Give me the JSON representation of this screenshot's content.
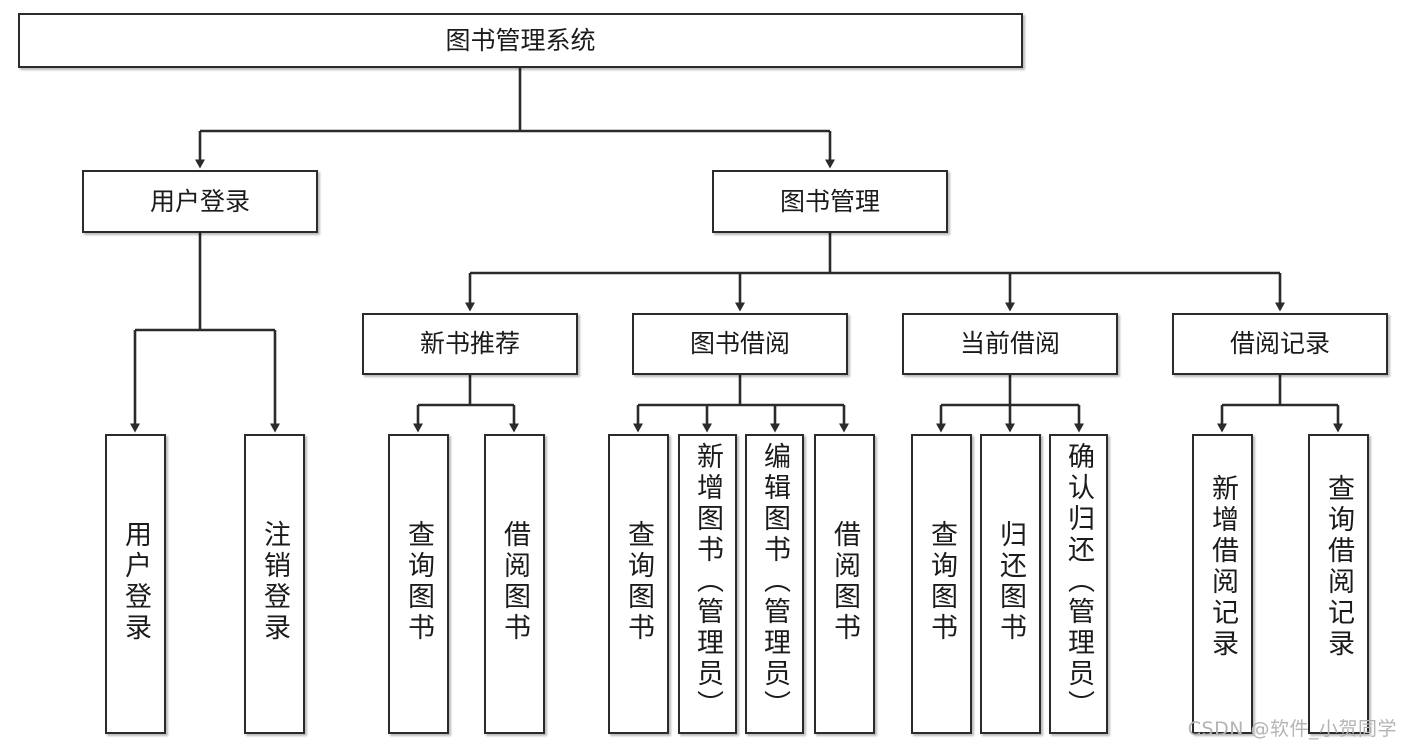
{
  "diagram": {
    "title": "图书管理系统",
    "type": "functional-structure-tree",
    "root": {
      "id": "root",
      "label": "图书管理系统"
    },
    "level2": [
      {
        "id": "user-login",
        "label": "用户登录"
      },
      {
        "id": "book-manage",
        "label": "图书管理"
      }
    ],
    "level3": [
      {
        "id": "new-book-recommend",
        "label": "新书推荐",
        "parent": "book-manage"
      },
      {
        "id": "book-borrow",
        "label": "图书借阅",
        "parent": "book-manage"
      },
      {
        "id": "current-borrow",
        "label": "当前借阅",
        "parent": "book-manage"
      },
      {
        "id": "borrow-record",
        "label": "借阅记录",
        "parent": "book-manage"
      }
    ],
    "leaves": [
      {
        "id": "leaf-user-login",
        "label": "用户登录",
        "parent": "user-login"
      },
      {
        "id": "leaf-logout-login",
        "label": "注销登录",
        "parent": "user-login"
      },
      {
        "id": "leaf-query-book-1",
        "label": "查询图书",
        "parent": "new-book-recommend"
      },
      {
        "id": "leaf-borrow-book-1",
        "label": "借阅图书",
        "parent": "new-book-recommend"
      },
      {
        "id": "leaf-query-book-2",
        "label": "查询图书",
        "parent": "book-borrow"
      },
      {
        "id": "leaf-add-book",
        "label": "新增图书（管理员）",
        "parent": "book-borrow"
      },
      {
        "id": "leaf-edit-book",
        "label": "编辑图书（管理员）",
        "parent": "book-borrow"
      },
      {
        "id": "leaf-borrow-book-2",
        "label": "借阅图书",
        "parent": "book-borrow"
      },
      {
        "id": "leaf-query-book-3",
        "label": "查询图书",
        "parent": "current-borrow"
      },
      {
        "id": "leaf-return-book",
        "label": "归还图书",
        "parent": "current-borrow"
      },
      {
        "id": "leaf-confirm-return",
        "label": "确认归还（管理员）",
        "parent": "current-borrow"
      },
      {
        "id": "leaf-add-record",
        "label": "新增借阅记录",
        "parent": "borrow-record"
      },
      {
        "id": "leaf-query-record",
        "label": "查询借阅记录",
        "parent": "borrow-record"
      }
    ]
  },
  "watermark": {
    "text": "CSDN @软件_小贺同学"
  },
  "colors": {
    "stroke": "#2b2b2b",
    "fill": "#ffffff",
    "text": "#1b1b1b",
    "watermark": "#b4b4b4"
  }
}
